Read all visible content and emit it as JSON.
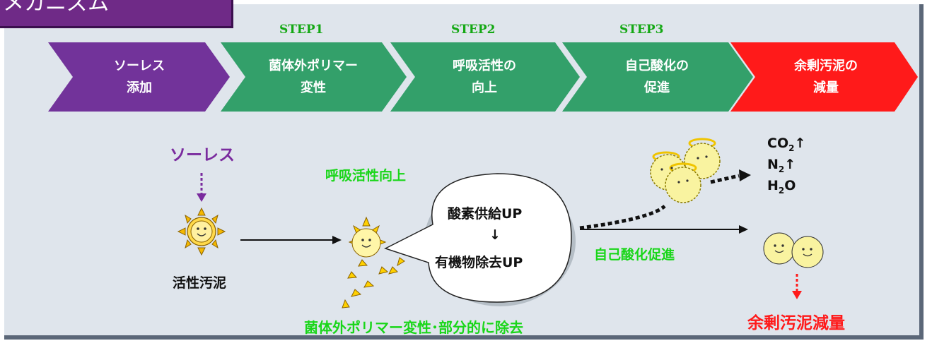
{
  "title": "メカニズム",
  "steps": [
    {
      "label": "STEP1"
    },
    {
      "label": "STEP2"
    },
    {
      "label": "STEP3"
    }
  ],
  "chevrons": [
    {
      "line1": "ソーレス",
      "line2": "添加",
      "color": "#72339a"
    },
    {
      "line1": "菌体外ポリマー",
      "line2": "変性",
      "color": "#33a06a"
    },
    {
      "line1": "呼吸活性の",
      "line2": "向上",
      "color": "#33a06a"
    },
    {
      "line1": "自己酸化の",
      "line2": "促進",
      "color": "#33a06a"
    },
    {
      "line1": "余剰汚泥の",
      "line2": "減量",
      "color": "#ff1a1a"
    }
  ],
  "diagram": {
    "soless_label": "ソーレス",
    "activated_sludge_label": "活性汚泥",
    "respiration_up_label": "呼吸活性向上",
    "bubble_line1": "酸素供給UP",
    "bubble_arrow": "↓",
    "bubble_line2": "有機物除去UP",
    "self_oxidation_label": "自己酸化促進",
    "polymer_label": "菌体外ポリマー変性･部分的に除去",
    "outputs": {
      "co2": "CO",
      "co2_sub": "2",
      "n2": "N",
      "n2_sub": "2",
      "h2o_h": "H",
      "h2o_sub": "2",
      "h2o_o": "O",
      "up_arrow": "↑"
    },
    "reduction_label": "余剰汚泥減量"
  }
}
